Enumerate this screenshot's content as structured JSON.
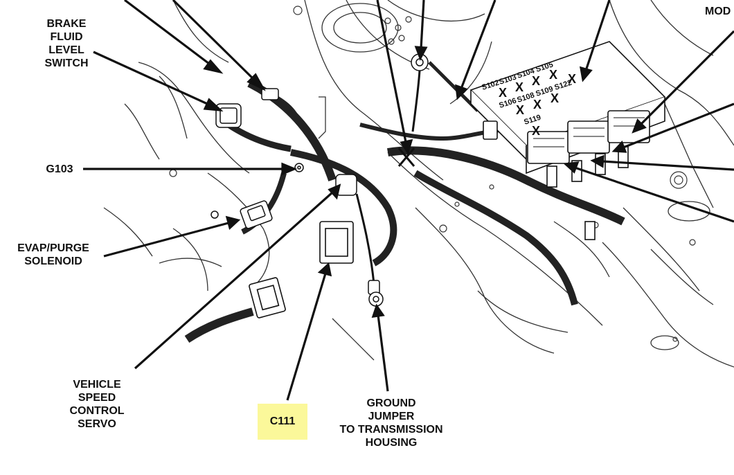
{
  "labels": {
    "brake_fluid": [
      "BRAKE",
      "FLUID",
      "LEVEL",
      "SWITCH"
    ],
    "g103": "G103",
    "evap": [
      "EVAP/PURGE",
      "SOLENOID"
    ],
    "speed_control": [
      "VEHICLE",
      "SPEED",
      "CONTROL",
      "SERVO"
    ],
    "connector": "C111",
    "ground_jumper": [
      "GROUND",
      "JUMPER",
      "TO TRANSMISSION",
      "HOUSING"
    ],
    "module_partial": "MOD"
  },
  "splices": {
    "row1": [
      "S102",
      "S103",
      "S104",
      "S105"
    ],
    "row2": [
      "S106",
      "S108",
      "S109",
      "S122"
    ],
    "row3": [
      "S119"
    ],
    "mark": "X"
  },
  "colors": {
    "line": "#111111",
    "highlight": "#fbf89a"
  }
}
